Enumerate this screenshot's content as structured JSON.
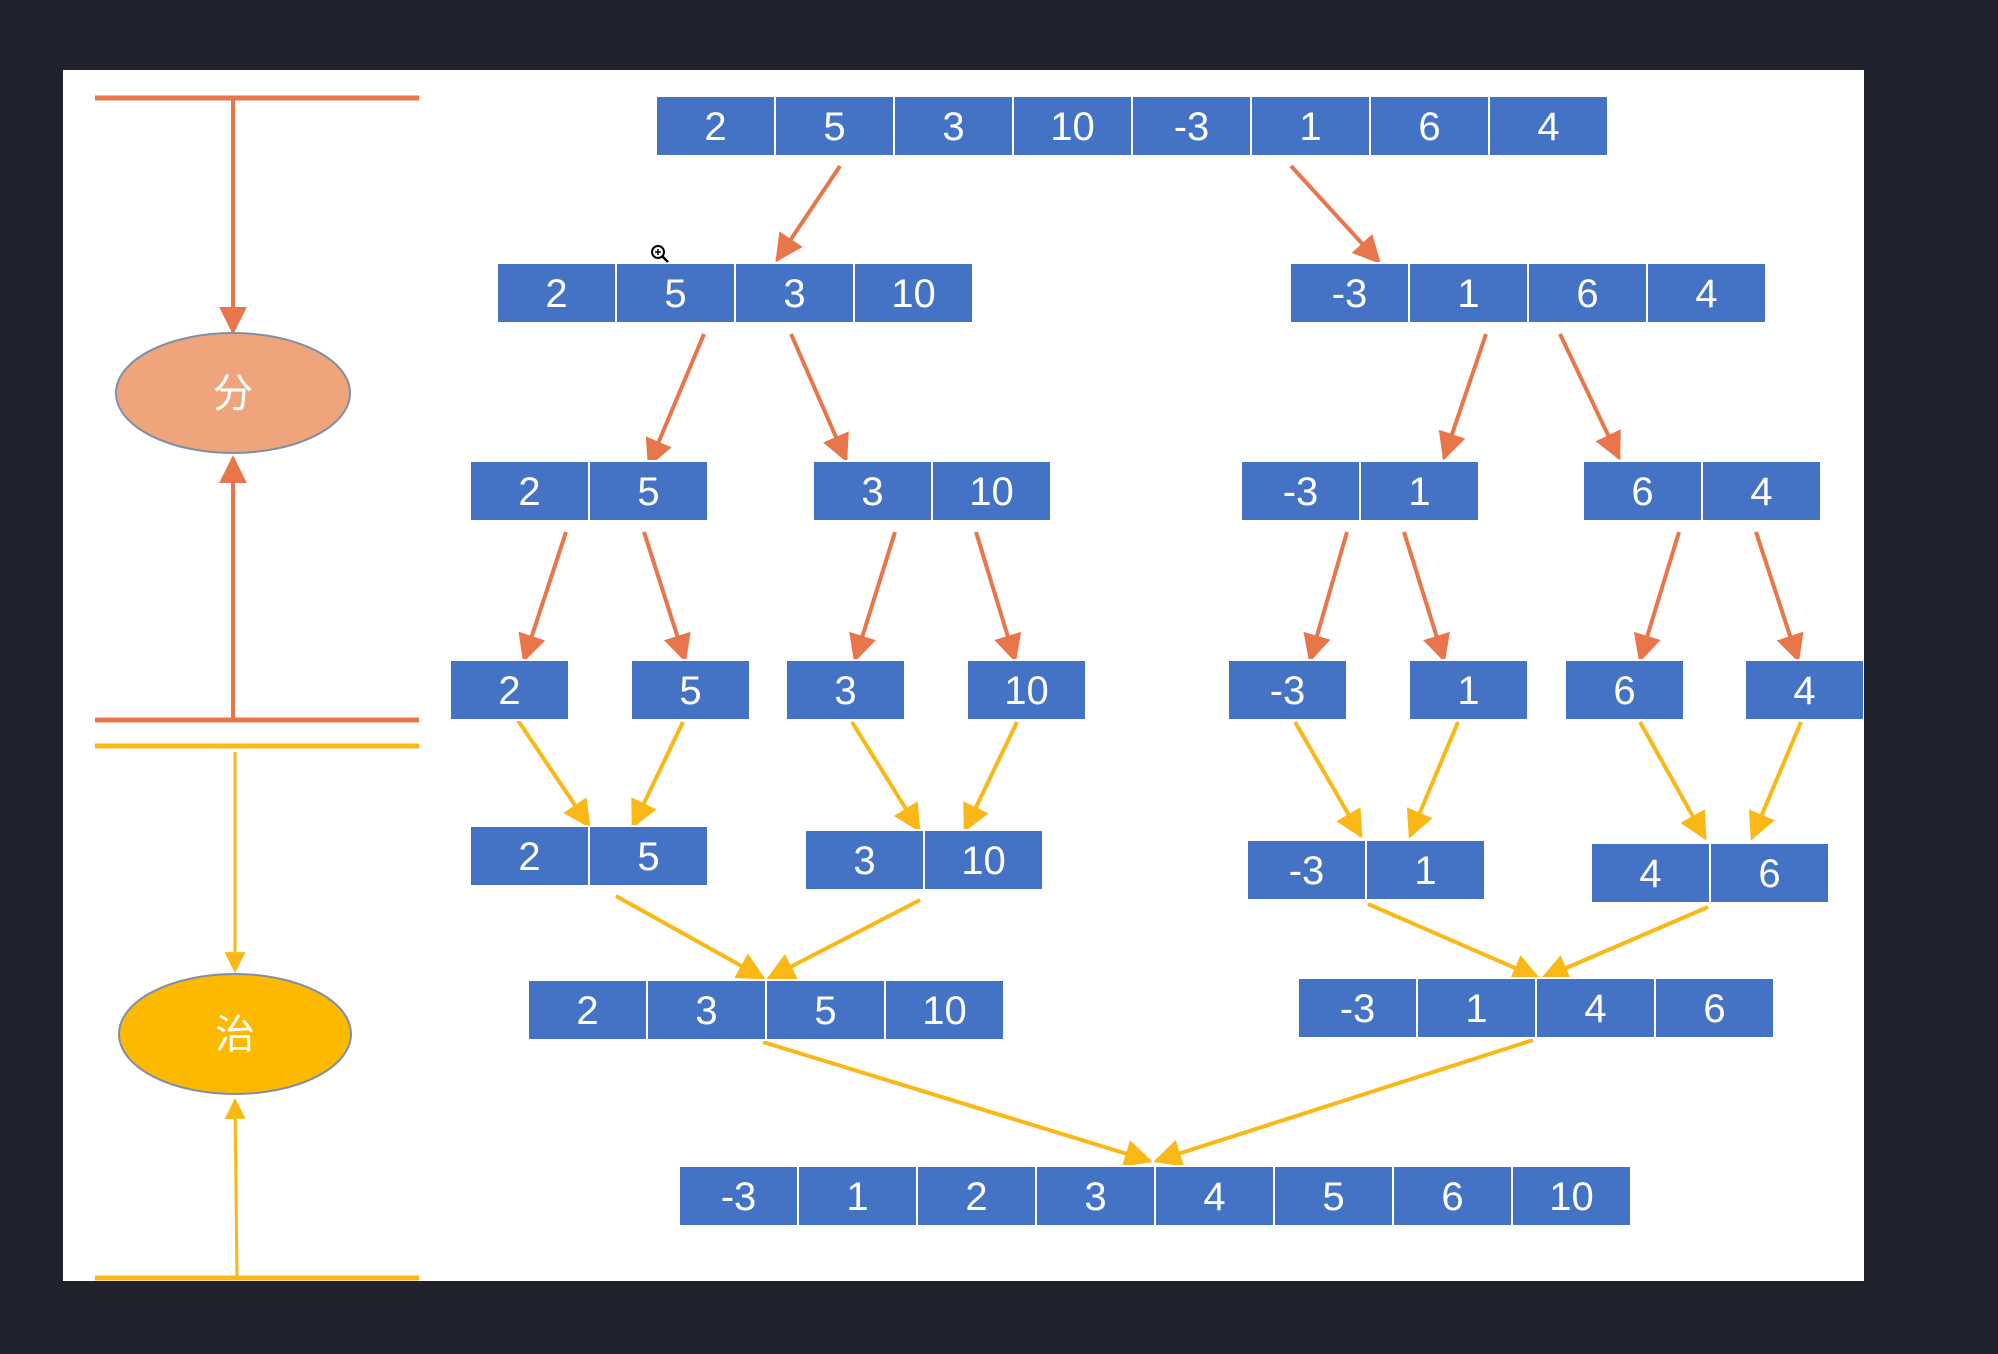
{
  "colors": {
    "background": "#20232e",
    "slide": "#ffffff",
    "cell": "#4472c4",
    "divide": "#e8764a",
    "divide_fill": "#f0a47c",
    "conquer": "#f9b815",
    "conquer_fill": "#fcb900"
  },
  "phases": {
    "divide_label": "分",
    "conquer_label": "治"
  },
  "arrays": {
    "root": [
      "2",
      "5",
      "3",
      "10",
      "-3",
      "1",
      "6",
      "4"
    ],
    "d1_left": [
      "2",
      "5",
      "3",
      "10"
    ],
    "d1_right": [
      "-3",
      "1",
      "6",
      "4"
    ],
    "d2_a": [
      "2",
      "5"
    ],
    "d2_b": [
      "3",
      "10"
    ],
    "d2_c": [
      "-3",
      "1"
    ],
    "d2_d": [
      "6",
      "4"
    ],
    "d3_a": [
      "2"
    ],
    "d3_b": [
      "5"
    ],
    "d3_c": [
      "3"
    ],
    "d3_d": [
      "10"
    ],
    "d3_e": [
      "-3"
    ],
    "d3_f": [
      "1"
    ],
    "d3_g": [
      "6"
    ],
    "d3_h": [
      "4"
    ],
    "m1_a": [
      "2",
      "5"
    ],
    "m1_b": [
      "3",
      "10"
    ],
    "m1_c": [
      "-3",
      "1"
    ],
    "m1_d": [
      "4",
      "6"
    ],
    "m2_left": [
      "2",
      "3",
      "5",
      "10"
    ],
    "m2_right": [
      "-3",
      "1",
      "4",
      "6"
    ],
    "result": [
      "-3",
      "1",
      "2",
      "3",
      "4",
      "5",
      "6",
      "10"
    ]
  },
  "icons": {
    "cursor": "zoom-cursor-icon"
  }
}
